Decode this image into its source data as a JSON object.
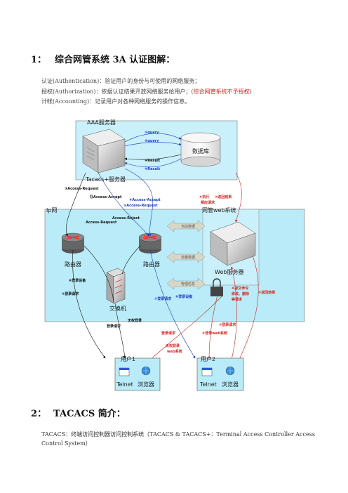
{
  "section1": {
    "number": "1：",
    "title": "综合网管系统 3A 认证图解："
  },
  "definitions": {
    "authentication": "认证(Authentication)：验证用户的身份与可使用的网络服务；",
    "authorization_main": "授权(Authorization)：依据认证结果开放网络服务给用户；",
    "authorization_note": "(综合网管系统不予授权)",
    "accounting": "计帐(Accounting)：记录用户对各种网络服务的操作信息。"
  },
  "diagram": {
    "aaa_box_label": "AAA服务器",
    "tacacs_label": "Tacacs+服务器",
    "database_label": "数据库",
    "ip_net_label": "Ip网",
    "web_sys_label": "网管web系统",
    "router1_label": "路由器",
    "router2_label": "路由器",
    "switch_label": "交换机",
    "web_server_label": "Web服务器",
    "user1_label": "用户1",
    "user2_label": "用户2",
    "telnet_label": "Telnet",
    "browser_label": "浏览器",
    "query_1": "①query",
    "query_2": "②query",
    "result_1": "④Result",
    "result_2": "④Result",
    "access_request_left": "③Access-Request",
    "access_accept_left": "⑬Access-Accept",
    "access_accept_right": "⑥Access-Accept",
    "access_request_right": "⑤Access-Request",
    "access_request_mid": "Access-Request",
    "access_reject_mid": "Access-Reject",
    "arrow_data": "当前数据",
    "arrow_flow": "流量数据",
    "arrow_mgmt": "管理信息",
    "exec_result": "⑥执行",
    "return_result": "⑦返回结果",
    "rule_request": "相应请求",
    "login_device_1": "⑧登录设备",
    "login_request_1": "①登录请求",
    "login_request_2": "①登录请求",
    "login_device_2": "⑧登录设备",
    "submit_cmd": "⑧提交命令",
    "modify": "修改、删除",
    "wait_req": "等请求",
    "return_result_2": "⑨返回结果",
    "no_right_login": "无权登录",
    "login_request_3": "登录请求",
    "login_request_4": "登录请求",
    "login_request_5": "①登录请求",
    "login_web": "②登录web系统",
    "no_right_web_1": "无权登录",
    "no_right_web_2": "web系统"
  },
  "section2": {
    "number": "2：",
    "title": "TACACS  简介："
  },
  "tacacs_desc": "TACACS：终端访问控制器访问控制系统（TACACS & TACACS+：Terminal Access Controller Access Control System）",
  "colors": {
    "aaa_bg": "#c9f0fb",
    "ip_bg": "#b9ecf8",
    "request_blue": "#1a3cc8",
    "result_red": "#d22222"
  }
}
